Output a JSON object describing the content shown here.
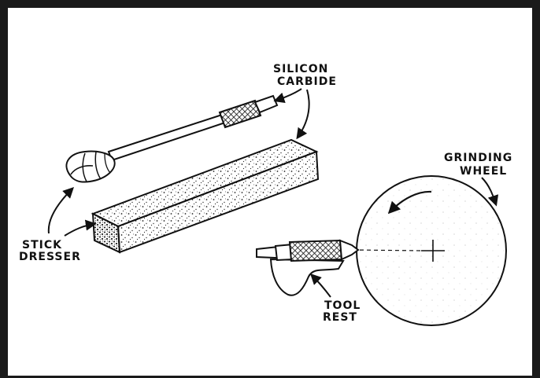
{
  "labels": {
    "silicon_1": "SILICON",
    "silicon_2": "CARBIDE",
    "stick_1": "STICK",
    "stick_2": "DRESSER",
    "grinding_1": "GRINDING",
    "grinding_2": "WHEEL",
    "tool_1": "TOOL",
    "tool_2": "REST"
  },
  "colors": {
    "ink": "#111111",
    "frame": "#1a1a1a",
    "paper": "#ffffff"
  }
}
